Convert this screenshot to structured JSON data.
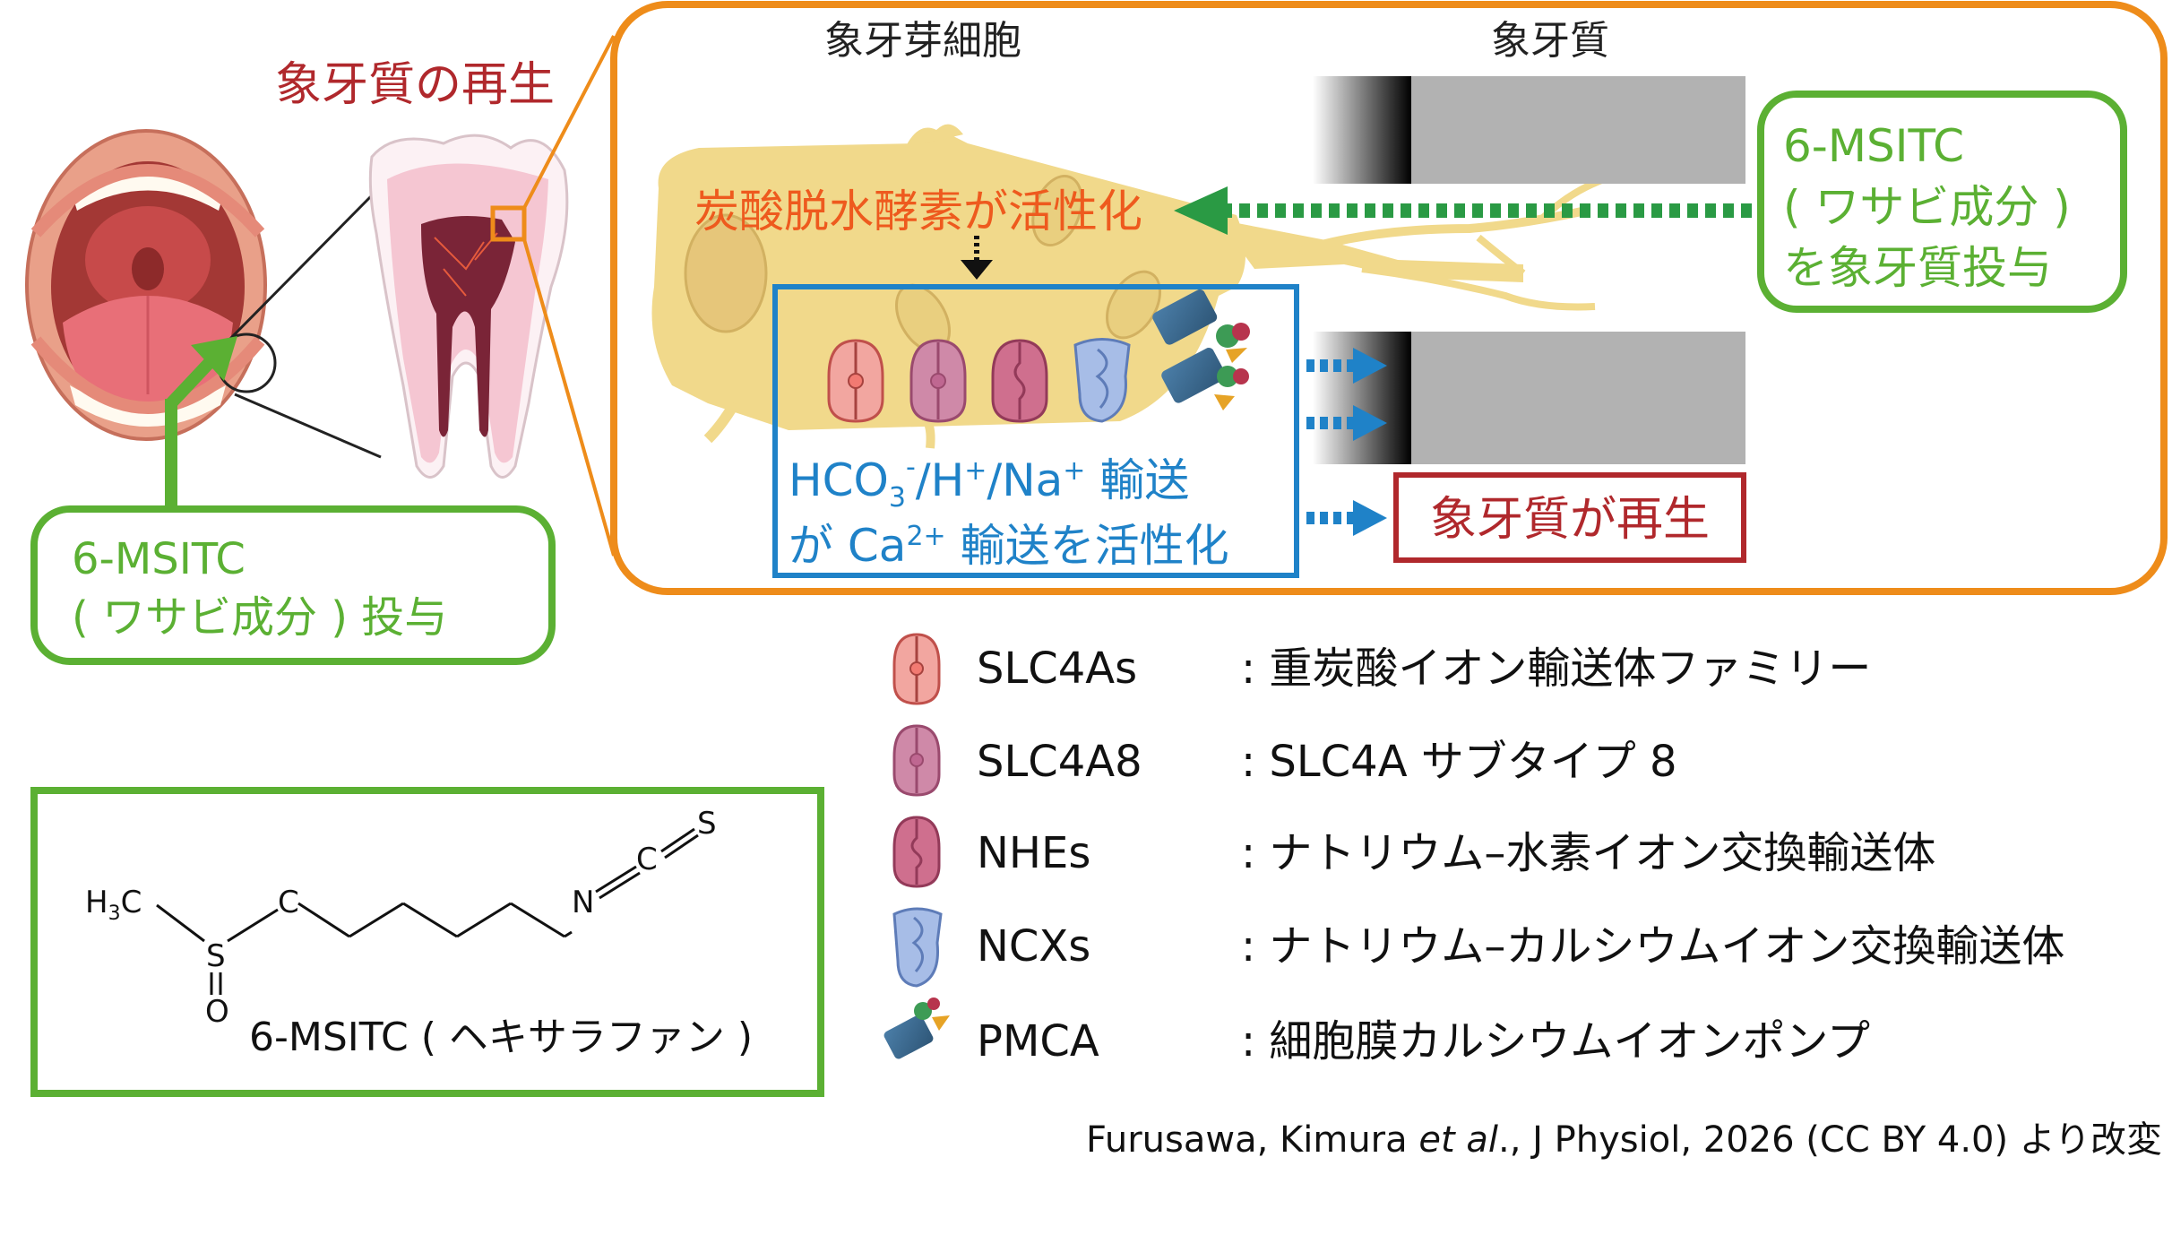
{
  "colors": {
    "orange": "#ee8c1a",
    "green": "#5bb033",
    "blue": "#1f82c8",
    "red": "#b0282c",
    "cell": "#f1d98b",
    "dentin": "#b2b2b2"
  },
  "left": {
    "regen_title": "象牙質の再生",
    "admin_box": {
      "line1": "6-MSITC",
      "line2": "( ワサビ成分 ) 投与"
    }
  },
  "zoom": {
    "cell_label": "象牙芽細胞",
    "dentin_label": "象牙質",
    "enzyme_text": "炭酸脱水酵素が活性化",
    "msitc_box": {
      "line1": "6-MSITC",
      "line2": "( ワサビ成分 )",
      "line3": "を象牙質投与"
    },
    "blue_box": {
      "l1_hco": "HCO",
      "l1_sub": "3",
      "l1_minus": "-",
      "l1_h": "/H",
      "l1_plus1": "+",
      "l1_na": "/Na",
      "l1_plus2": "+",
      "l1_tail": " 輸送",
      "l2_head": "が Ca",
      "l2_sup": "2+",
      "l2_tail": " 輸送を活性化"
    },
    "regen_result": "象牙質が再生"
  },
  "legend": [
    {
      "name": "SLC4As",
      "desc": ": 重炭酸イオン輸送体ファミリー",
      "icon": "slc4as-transporter-icon"
    },
    {
      "name": "SLC4A8",
      "desc": ": SLC4A サブタイプ 8",
      "icon": "slc4a8-transporter-icon"
    },
    {
      "name": "NHEs",
      "desc": ": ナトリウム–水素イオン交換輸送体",
      "icon": "nhe-transporter-icon"
    },
    {
      "name": "NCXs",
      "desc": ": ナトリウム–カルシウムイオン交換輸送体",
      "icon": "ncx-transporter-icon"
    },
    {
      "name": "PMCA",
      "desc": ": 細胞膜カルシウムイオンポンプ",
      "icon": "pmca-pump-icon"
    }
  ],
  "chem": {
    "h3c": "H",
    "h3c_sub": "3",
    "h3c_c": "C",
    "s_top": "S",
    "c_label": "C",
    "n_label": "N",
    "c2_label": "C",
    "s_end": "S",
    "o_label": "O",
    "caption": "6-MSITC ( ヘキサラファン )"
  },
  "citation": {
    "part1": "Furusawa, Kimura ",
    "italic": "et al",
    "part2": "., J Physiol, 2026 (CC BY 4.0) より改変"
  }
}
